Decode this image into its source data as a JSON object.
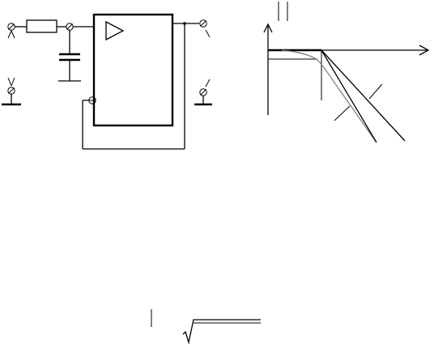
{
  "diagram": {
    "circuit": {
      "components": [
        "resistor",
        "capacitor",
        "amplifier",
        "ground"
      ],
      "terminals": [
        "input-terminal",
        "input-ground-terminal",
        "output-terminal",
        "output-ground-terminal"
      ]
    },
    "graph": {
      "curves": [
        "flat-asymptote",
        "roll-off-curve",
        "asymptote-line",
        "second-asymptote-line"
      ]
    },
    "formula": {
      "elements": [
        "fraction-bar",
        "square-root"
      ]
    }
  }
}
